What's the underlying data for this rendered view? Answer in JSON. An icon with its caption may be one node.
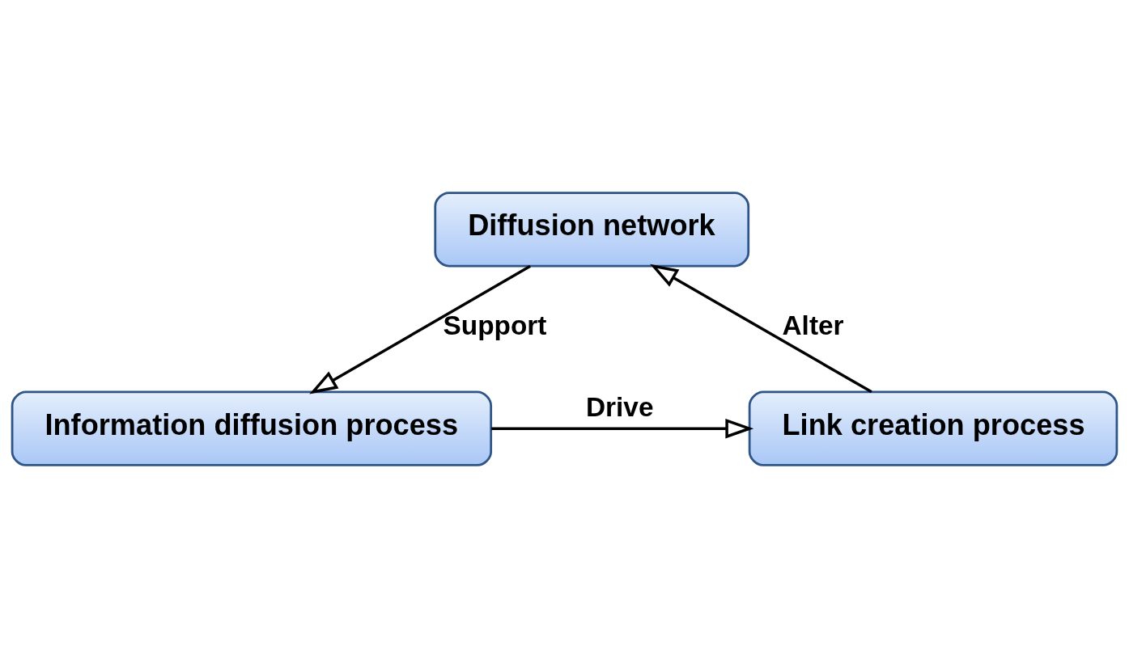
{
  "diagram": {
    "nodes": [
      {
        "text": [
          "Diffusion network"
        ]
      },
      {
        "text": [
          "Information diffusion process"
        ]
      },
      {
        "text": [
          "Link creation process"
        ]
      }
    ],
    "edges": [
      {
        "from": 0,
        "to": 1,
        "arrow": "to",
        "label": "Support"
      },
      {
        "from": 1,
        "to": 2,
        "arrow": "to",
        "label": "Drive"
      },
      {
        "from": 2,
        "to": 0,
        "arrow": "to",
        "label": "Alter"
      }
    ]
  }
}
